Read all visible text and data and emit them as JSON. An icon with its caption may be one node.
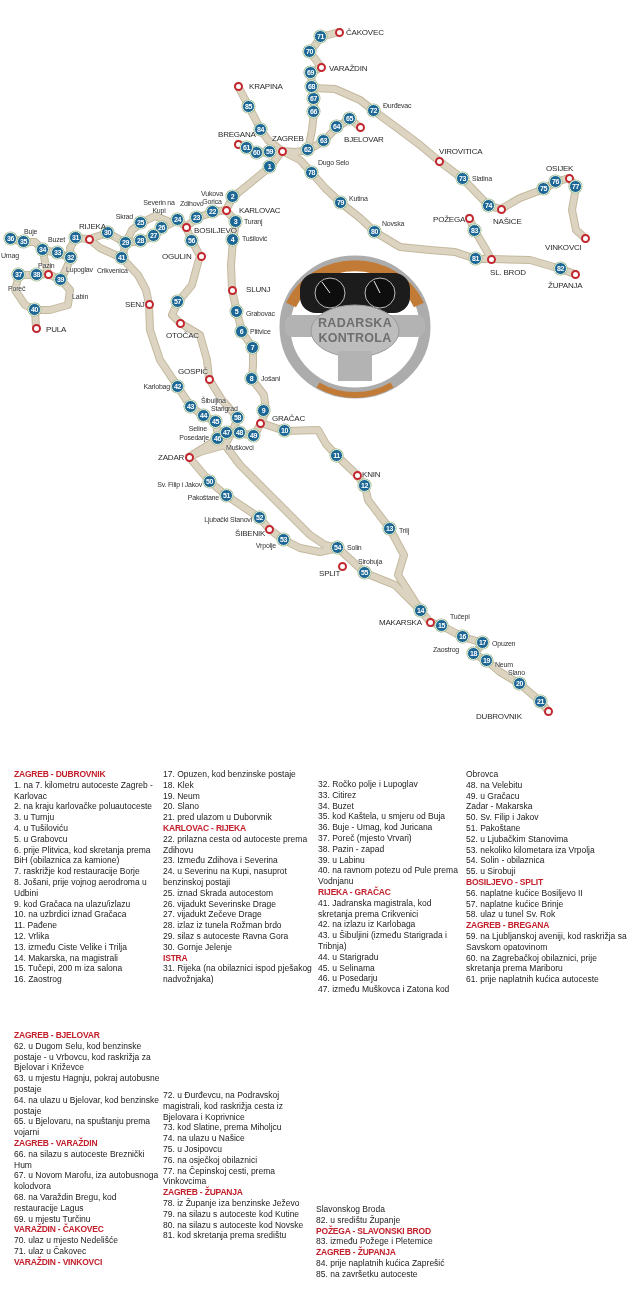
{
  "diagram": {
    "title": "RADARSKA KONTROLA",
    "nodes": [
      {
        "text": [
          "1"
        ]
      },
      {
        "text": [
          "2"
        ]
      },
      {
        "text": [
          "3"
        ]
      },
      {
        "text": [
          "4"
        ]
      },
      {
        "text": [
          "5"
        ]
      },
      {
        "text": [
          "6"
        ]
      },
      {
        "text": [
          "7"
        ]
      },
      {
        "text": [
          "8"
        ]
      },
      {
        "text": [
          "9"
        ]
      },
      {
        "text": [
          "10"
        ]
      },
      {
        "text": [
          "11"
        ]
      },
      {
        "text": [
          "12"
        ]
      },
      {
        "text": [
          "13"
        ]
      },
      {
        "text": [
          "14"
        ]
      },
      {
        "text": [
          "15"
        ]
      },
      {
        "text": [
          "16"
        ]
      },
      {
        "text": [
          "17"
        ]
      },
      {
        "text": [
          "18"
        ]
      },
      {
        "text": [
          "19"
        ]
      },
      {
        "text": [
          "20"
        ]
      },
      {
        "text": [
          "21"
        ]
      },
      {
        "text": [
          "22"
        ]
      },
      {
        "text": [
          "23"
        ]
      },
      {
        "text": [
          "24"
        ]
      },
      {
        "text": [
          "25"
        ]
      },
      {
        "text": [
          "26"
        ]
      },
      {
        "text": [
          "27"
        ]
      },
      {
        "text": [
          "28"
        ]
      },
      {
        "text": [
          "29"
        ]
      },
      {
        "text": [
          "30"
        ]
      },
      {
        "text": [
          "31"
        ]
      },
      {
        "text": [
          "32"
        ]
      },
      {
        "text": [
          "33"
        ]
      },
      {
        "text": [
          "34"
        ]
      },
      {
        "text": [
          "35"
        ]
      },
      {
        "text": [
          "36"
        ]
      },
      {
        "text": [
          "37"
        ]
      },
      {
        "text": [
          "38"
        ]
      },
      {
        "text": [
          "39"
        ]
      },
      {
        "text": [
          "40"
        ]
      },
      {
        "text": [
          "41"
        ]
      },
      {
        "text": [
          "42"
        ]
      },
      {
        "text": [
          "43"
        ]
      },
      {
        "text": [
          "44"
        ]
      },
      {
        "text": [
          "45"
        ]
      },
      {
        "text": [
          "46"
        ]
      },
      {
        "text": [
          "47"
        ]
      },
      {
        "text": [
          "48"
        ]
      },
      {
        "text": [
          "49"
        ]
      },
      {
        "text": [
          "50"
        ]
      },
      {
        "text": [
          "51"
        ]
      },
      {
        "text": [
          "52"
        ]
      },
      {
        "text": [
          "53"
        ]
      },
      {
        "text": [
          "54"
        ]
      },
      {
        "text": [
          "55"
        ]
      },
      {
        "text": [
          "56"
        ]
      },
      {
        "text": [
          "57"
        ]
      },
      {
        "text": [
          "58"
        ]
      },
      {
        "text": [
          "59"
        ]
      },
      {
        "text": [
          "60"
        ]
      },
      {
        "text": [
          "61"
        ]
      },
      {
        "text": [
          "62"
        ]
      },
      {
        "text": [
          "63"
        ]
      },
      {
        "text": [
          "64"
        ]
      },
      {
        "text": [
          "65"
        ]
      },
      {
        "text": [
          "66"
        ]
      },
      {
        "text": [
          "67"
        ]
      },
      {
        "text": [
          "68"
        ]
      },
      {
        "text": [
          "69"
        ]
      },
      {
        "text": [
          "70"
        ]
      },
      {
        "text": [
          "71"
        ]
      },
      {
        "text": [
          "72"
        ]
      },
      {
        "text": [
          "73"
        ]
      },
      {
        "text": [
          "74"
        ]
      },
      {
        "text": [
          "75"
        ]
      },
      {
        "text": [
          "76"
        ]
      },
      {
        "text": [
          "77"
        ]
      },
      {
        "text": [
          "78"
        ]
      },
      {
        "text": [
          "79"
        ]
      },
      {
        "text": [
          "80"
        ]
      },
      {
        "text": [
          "81"
        ]
      },
      {
        "text": [
          "82"
        ]
      },
      {
        "text": [
          "83"
        ]
      },
      {
        "text": [
          "84"
        ]
      },
      {
        "text": [
          "85"
        ]
      }
    ],
    "labels": [
      "ČAKOVEC",
      "VARAŽDIN",
      "KRAPINA",
      "Đurđevac",
      "BREGANA",
      "ZAGREB",
      "BJELOVAR",
      "VIROVITICA",
      "Dugo Selo",
      "OSIJEK",
      "Slatina",
      "Vukova Gorica",
      "Kutina",
      "Severin na Kupi",
      "Zdihovo",
      "KARLOVAC",
      "Skrad",
      "POŽEGA",
      "Turanj",
      "NAŠICE",
      "Novska",
      "RIJEKA",
      "BOSILJEVO",
      "Buje",
      "Buzet",
      "Tušilović",
      "VINKOVCI",
      "Umag",
      "OGULIN",
      "Pazin",
      "Lupoglav",
      "Crikvenica",
      "SL. BROD",
      "ŽUPANJA",
      "Poreč",
      "SLUNJ",
      "Labin",
      "SENJ",
      "Grabovac",
      "PULA",
      "Plitvice",
      "OTOČAC",
      "GOSPIĆ",
      "Jošani",
      "Karlobag",
      "Šibuljina",
      "Starigrad",
      "GRAČAC",
      "Seline",
      "Posedarje",
      "Muškovci",
      "ZADAR",
      "KNIN",
      "Sv. Filip i Jakov",
      "Pakoštane",
      "Ljubački Stanovi",
      "ŠIBENIK",
      "Trilj",
      "Vrpolje",
      "Solin",
      "Sirobuja",
      "SPLIT",
      "Tučepi",
      "MAKARSKA",
      "Opuzen",
      "Zaostrog",
      "Neum",
      "Slano",
      "DUBROVNIK",
      "ZAGREB - DUBROVNIK",
      "1. na 7. kilometru autoceste Zagreb - Karlovac",
      "2. na kraju karlovačke poluautoceste",
      "3. u Turnju",
      "4. u Tušiloviću",
      "5. u Grabovcu",
      "6. prije Plitvica, kod skretanja prema BiH (obilaznica za kamione)",
      "7. raskrižje kod restauracije Borje",
      "8. Jošani, prije vojnog aerodroma u Udbini",
      "9. kod Gračaca na ulazu/izlazu",
      "10. na uzbrdici iznad Gračaca",
      "11. Pađene",
      "12. Vrlika",
      "13. između Ciste Velike i Trilja",
      "14. Makarska, na magistrali",
      "15. Tučepi, 200 m iza salona",
      "16. Zaostrog",
      "17. Opuzen, kod benzinske postaje",
      "18. Klek",
      "19. Neum",
      "20. Slano",
      "21. pred ulazom u Duborvnik",
      "KARLOVAC - RIJEKA",
      "22. prilazna cesta od autoceste prema Zdihovu",
      "23. Između Zdihova i Severina",
      "24. u Severinu na Kupi, nasuprot benzinskoj postaji",
      "25. iznad Skrada autocestom",
      "26. vijadukt Severinske Drage",
      "27. vijadukt Zečeve Drage",
      "28. izlaz iz tunela Rožman brdo",
      "29. silaz s autoceste Ravna Gora",
      "30. Gornje Jelenje",
      "ISTRA",
      "31. Rijeka (na obilaznici ispod pješakog nadvožnjaka)",
      "32. Ročko polje i Lupoglav",
      "33. Citirez",
      "34. Buzet",
      "35. kod Kaštela, u smjeru od Buja",
      "36. Buje - Umag, kod Juricana",
      "37. Poreč (mjesto Vrvari)",
      "38. Pazin - zapad",
      "39. u Labinu",
      "40. na ravnom potezu od Pule prema Vodnjanu",
      "RIJEKA - GRAČAC",
      "41. Jadranska magistrala, kod skretanja prema Crikvenici",
      "42. na izlazu iz Karlobaga",
      "43. u Šibuljini (između Starigrada i Tribnja)",
      "44. u Starigradu",
      "45. u Selinama",
      "46. u Posedarju",
      "47. između Muškovca i Zatona kod",
      "Obrovca",
      "48. na Velebitu",
      "49. u Gračacu",
      "Zadar - Makarska",
      "50. Sv. Filip i Jakov",
      "51. Pakoštane",
      "52. u Ljubačkim Stanovima",
      "53. nekoliko kilometara iza Vrpolja",
      "54. Solin - obilaznica",
      "55. u Sirobuji",
      "BOSILJEVO - SPLIT",
      "56. naplatne kućice Bosiljevo II",
      "57. naplatne kućice Brinje",
      "58. ulaz u tunel Sv. Rok",
      "ZAGREB - BREGANA",
      "59. na Ljubljanskoj aveniji, kod raskrižja sa Savskom opatovinom",
      "60. na Zagrebačkoj obilaznici, prije skretanja prema Mariboru",
      "61. prije naplatnih kućica autoceste",
      "ZAGREB - BJELOVAR",
      "62. u Dugom Selu, kod benzinske postaje - u Vrbovcu, kod raskrižja za Bjelovar i Križevce",
      "63. u mjestu Hagnju, pokraj autobusne postaje",
      "64. na ulazu u Bjelovar, kod benzinske postaje",
      "65. u Bjelovaru, na spuštanju prema vojarni",
      "ZAGREB - VARAŽDIN",
      "66. na silazu s autoceste Breznički Hum",
      "67. u Novom Marofu, iza autobusnoga kolodvora",
      "68. na Varaždin Bregu, kod restauracije Lagus",
      "69. u mjestu Turčinu",
      "VARAŽDIN - ČAKOVEC",
      "70. ulaz u mjesto Nedelišće",
      "71. ulaz u Čakovec",
      "VARAŽDIN - VINKOVCI",
      "72. u Đurđevcu, na Podravskoj magistrali, kod raskrižja cesta iz Bjelovara i Koprivnice",
      "73. kod Slatine, prema Miholjcu",
      "74. na ulazu u Našice",
      "75. u Josipovcu",
      "76. na osječkoj obilaznici",
      "77. na Čepinskoj cesti, prema Vinkovcima",
      "ZAGREB - ŽUPANJA",
      "78. iz Županje iza benzinske Ježevo",
      "79. na silazu s autoceste kod Kutine",
      "80. na silazu s autoceste kod Novske",
      "81. kod skretanja prema središtu",
      "Slavonskog Broda",
      "82. u središtu Županje",
      "POŽEGA - SLAVONSKI BROD",
      "83. između Požege i Pletemice",
      "ZAGREB - ŽUPANJA",
      "84. prije naplatnih kućica Zaprešić",
      "85. na završetku autoceste"
    ]
  }
}
